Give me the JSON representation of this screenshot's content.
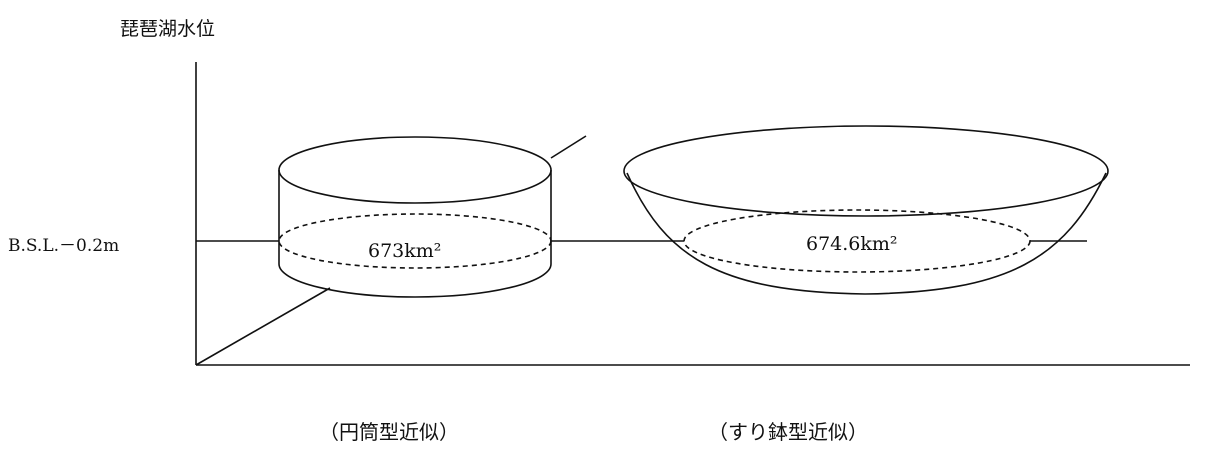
{
  "axis": {
    "y_title": "琵琶湖水位"
  },
  "water_level": {
    "label": "B.S.L.－0.2m"
  },
  "cylinder": {
    "area_label": "673km²",
    "caption": "（円筒型近似）"
  },
  "bowl": {
    "area_label": "674.6km²",
    "caption": "（すり鉢型近似）"
  },
  "colors": {
    "line": "#111111",
    "background": "#ffffff"
  }
}
